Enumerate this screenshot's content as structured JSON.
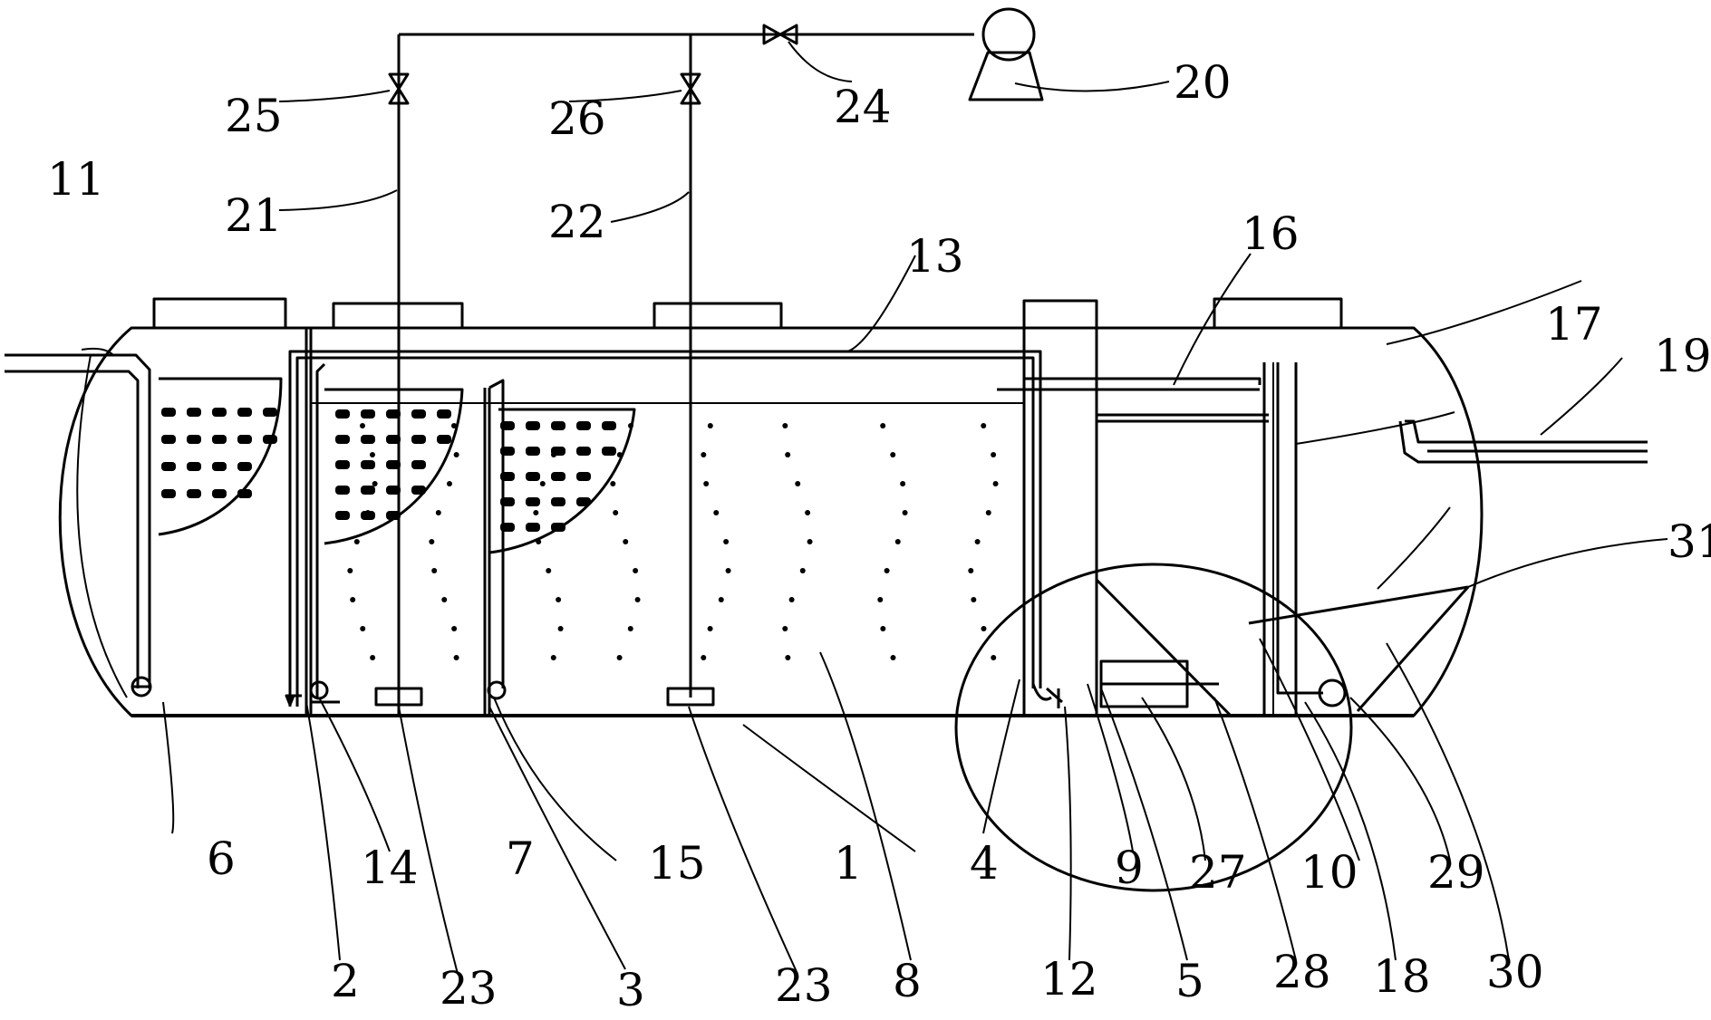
{
  "labels": {
    "l1": "1",
    "l2": "2",
    "l3": "3",
    "l4": "4",
    "l5": "5",
    "l6": "6",
    "l7": "7",
    "l8": "8",
    "l9": "9",
    "l10": "10",
    "l11": "11",
    "l12": "12",
    "l13": "13",
    "l14": "14",
    "l15": "15",
    "l16": "16",
    "l17": "17",
    "l18": "18",
    "l19": "19",
    "l20": "20",
    "l21": "21",
    "l22": "22",
    "l23a": "23",
    "l23b": "23",
    "l24": "24",
    "l25": "25",
    "l26": "26",
    "l27": "27",
    "l28": "28",
    "l29": "29",
    "l30": "30",
    "l31": "31"
  },
  "colors": {
    "line": "#000000",
    "background": "#ffffff"
  }
}
